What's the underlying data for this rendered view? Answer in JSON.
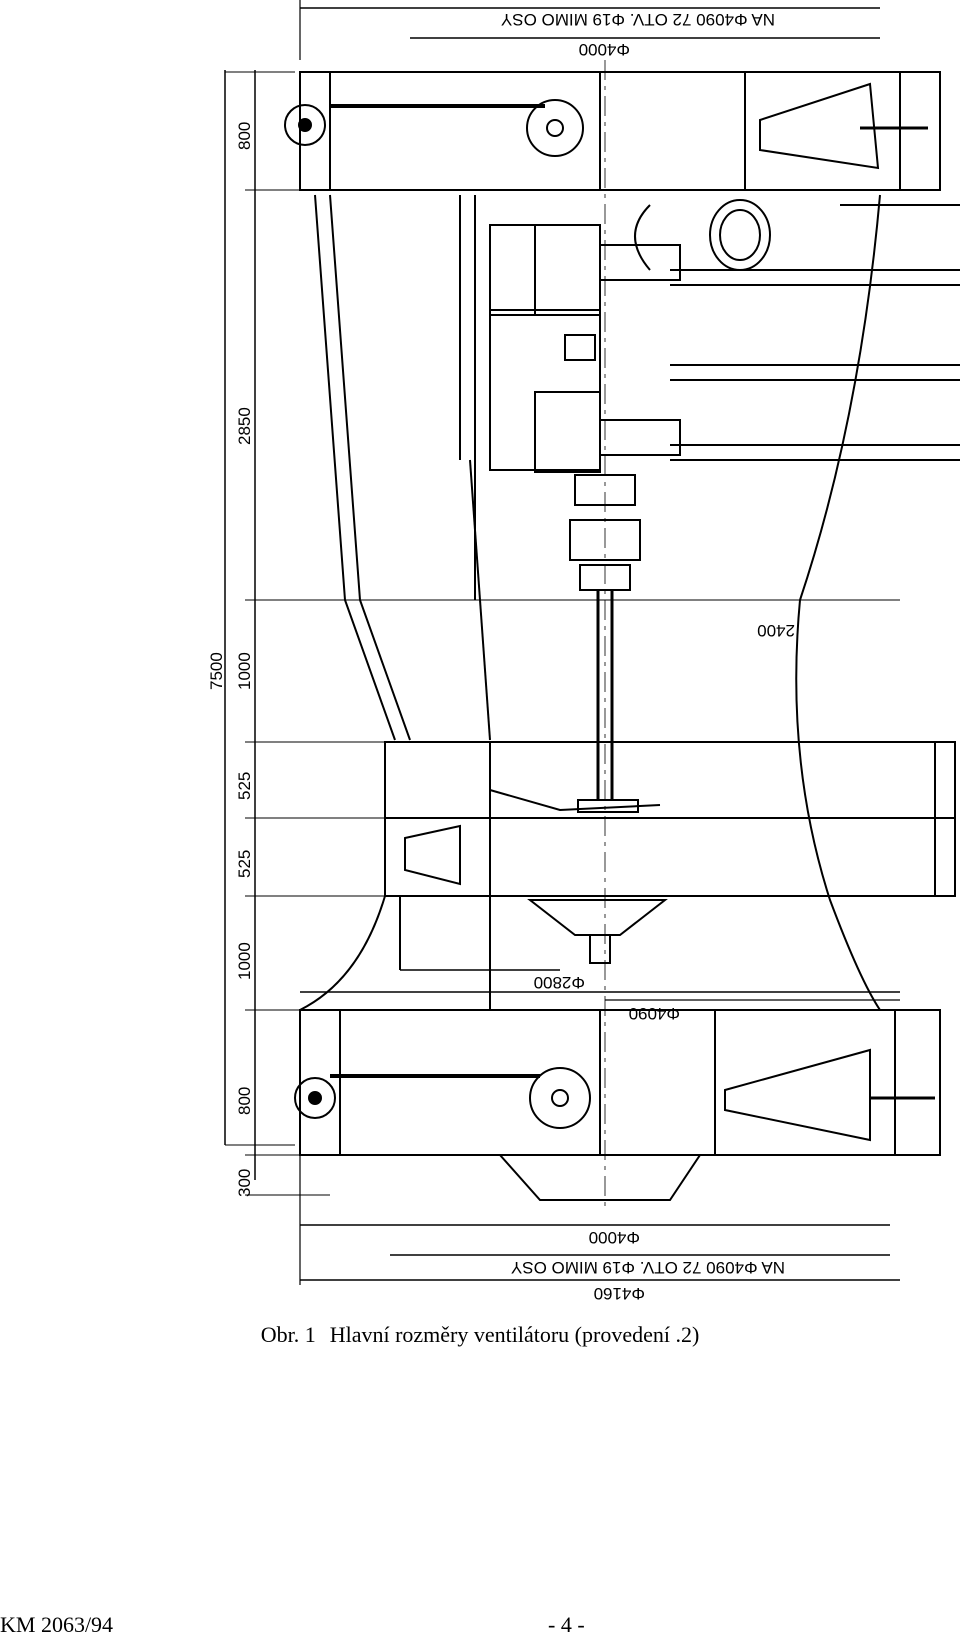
{
  "drawing": {
    "dimensions_vertical": {
      "total": "7500",
      "top_box": "800",
      "upper_section": "2850",
      "mid_section": "1000",
      "section_a": "525",
      "section_b": "525",
      "lower_section": "1000",
      "bottom_box": "800",
      "base": "300"
    },
    "dimensions_horizontal": {
      "top_holes": "NA Φ4090 72 OTV. Φ19 MIMO OSY",
      "top_diameter": "Φ4000",
      "inner_width": "2400",
      "hub_diameter": "Φ2800",
      "lower_diameter": "Φ4090",
      "bottom_diameter": "Φ4000",
      "bottom_holes": "NA Φ4090 72 OTV. Φ19 MIMO OSY",
      "outer_diameter": "Φ4160"
    }
  },
  "caption": {
    "label": "Obr. 1",
    "text": "Hlavní rozměry ventilátoru (provedení .2)"
  },
  "footer": {
    "doc_id": "KM 2063/94",
    "page": "- 4 -"
  }
}
